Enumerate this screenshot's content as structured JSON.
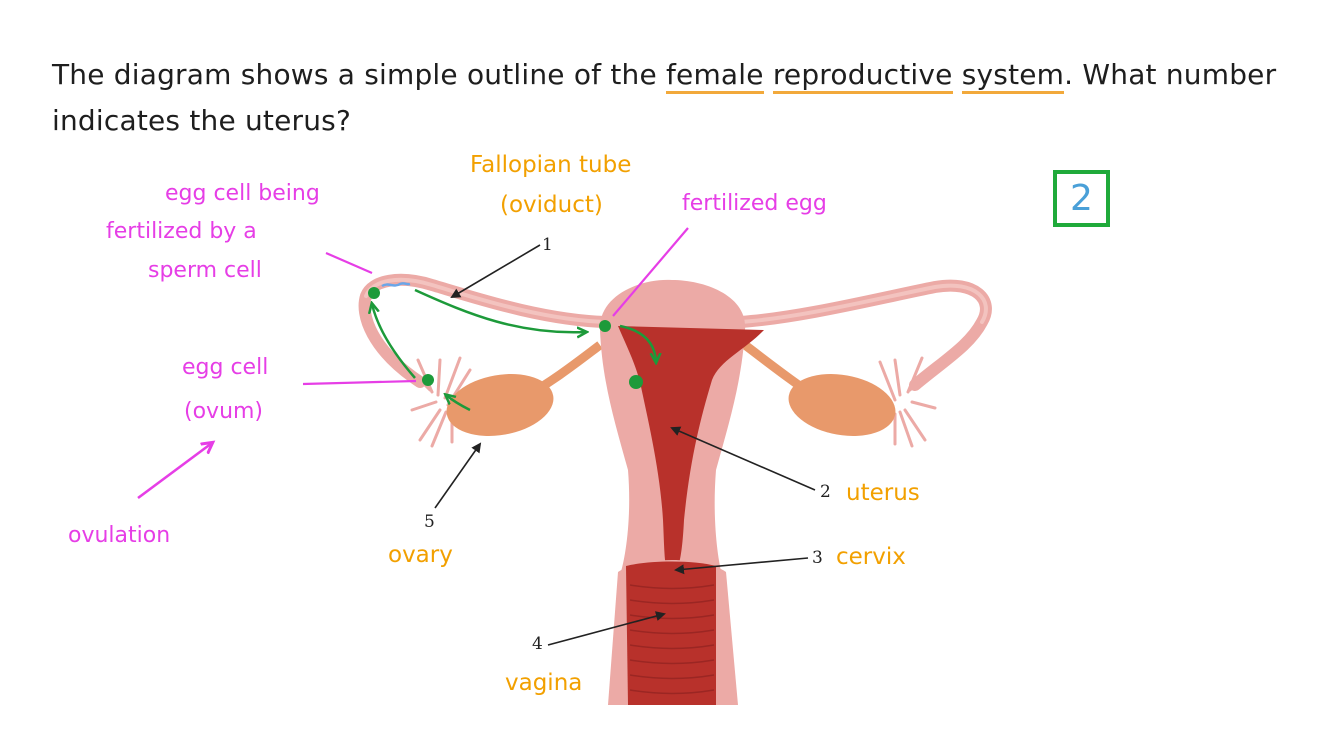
{
  "question": {
    "part1": "The diagram shows a simple outline of the ",
    "hl1": "female",
    "sp1": " ",
    "hl2": "reproductive",
    "sp2": " ",
    "hl3": "system",
    "part2": ". What number indicates the uterus?"
  },
  "answer": "2",
  "labels": {
    "fallopian_line1": "Fallopian tube",
    "fallopian_line2": "(oviduct)",
    "fertilizing_line1": "egg cell being",
    "fertilizing_line2": "fertilized by a",
    "fertilizing_line3": "sperm cell",
    "fertilized_egg": "fertilized egg",
    "egg_cell_line1": "egg cell",
    "egg_cell_line2": "(ovum)",
    "ovulation": "ovulation",
    "ovary": "ovary",
    "uterus": "uterus",
    "cervix": "cervix",
    "vagina": "vagina"
  },
  "numbers": {
    "n1": "1",
    "n2": "2",
    "n3": "3",
    "n4": "4",
    "n5": "5"
  },
  "colors": {
    "annotation_magenta": "#e63ee6",
    "label_orange": "#f2a000",
    "answer_box": "#1faa3a",
    "answer_text": "#4aa0d8",
    "tissue_pink": "#ecaaa6",
    "uterus_red": "#b8312b",
    "ovary": "#e8996b"
  }
}
